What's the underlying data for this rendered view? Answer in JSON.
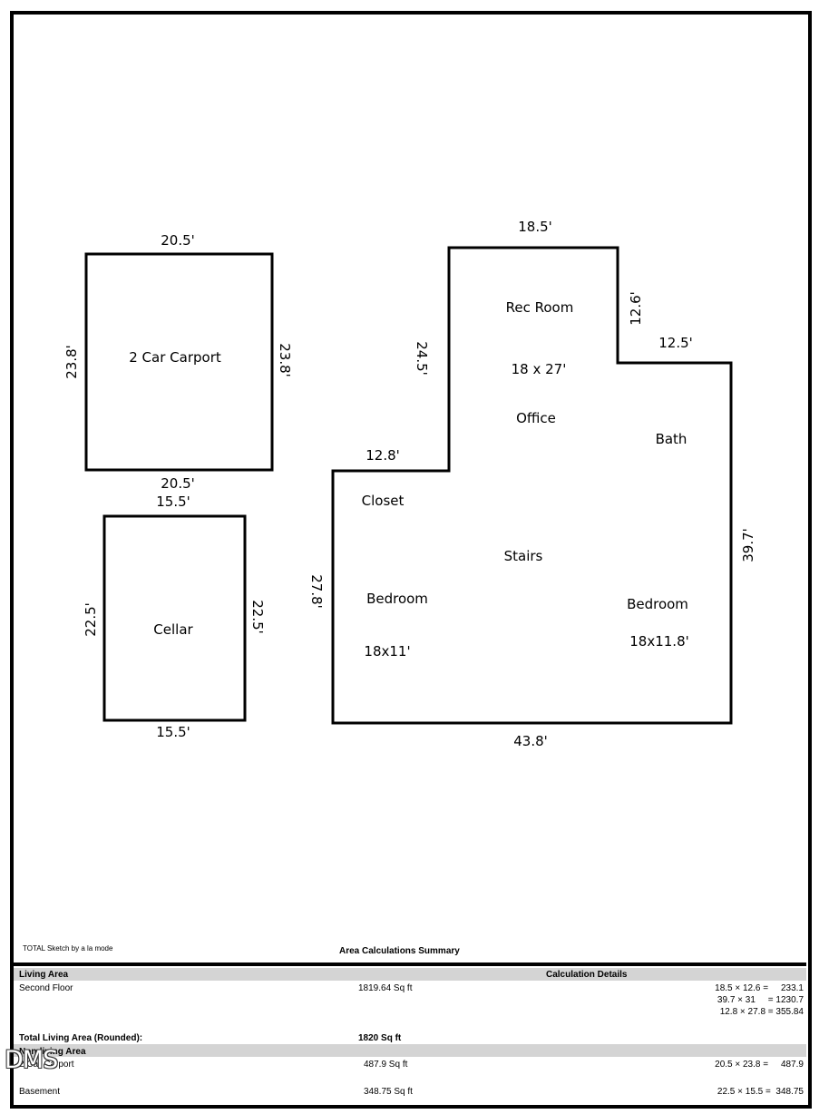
{
  "plan": {
    "carport": {
      "name": "2 Car Carport",
      "top": "20.5'",
      "bottom": "20.5'",
      "left": "23.8'",
      "right": "23.8'"
    },
    "cellar": {
      "name": "Cellar",
      "top": "15.5'",
      "bottom": "15.5'",
      "left": "22.5'",
      "right": "22.5'"
    },
    "main": {
      "dims": {
        "top": "18.5'",
        "notch_vertical": "12.6'",
        "notch_horizontal": "12.5'",
        "upper_left": "24.5'",
        "ledge": "12.8'",
        "left": "27.8'",
        "right": "39.7'",
        "bottom": "43.8'"
      },
      "rooms": {
        "rec_room": "Rec Room",
        "rec_room_size": "18 x 27'",
        "office": "Office",
        "bath": "Bath",
        "closet": "Closet",
        "stairs": "Stairs",
        "bedroom_left": "Bedroom",
        "bedroom_left_size": "18x11'",
        "bedroom_right": "Bedroom",
        "bedroom_right_size": "18x11.8'"
      }
    }
  },
  "footer": {
    "credit": "TOTAL Sketch by a la mode",
    "summary_title": "Area Calculations Summary"
  },
  "summary": {
    "living_area_header": "Living Area",
    "calc_details_header": "Calculation Details",
    "second_floor": {
      "label": "Second Floor",
      "area": "1819.64 Sq ft",
      "calcs": [
        "18.5 × 12.6 =     233.1",
        "39.7 × 31     = 1230.7",
        "12.8 × 27.8 = 355.84"
      ]
    },
    "total_label": "Total Living Area (Rounded):",
    "total_value": "1820 Sq ft",
    "non_living_header": "Non-living Area",
    "carport": {
      "label": "2 Car Carport",
      "area": "487.9 Sq ft",
      "calc": "20.5 × 23.8 =     487.9"
    },
    "basement": {
      "label": "Basement",
      "area": "348.75 Sq ft",
      "calc": "22.5 × 15.5 =  348.75"
    }
  },
  "watermark": "DMS"
}
